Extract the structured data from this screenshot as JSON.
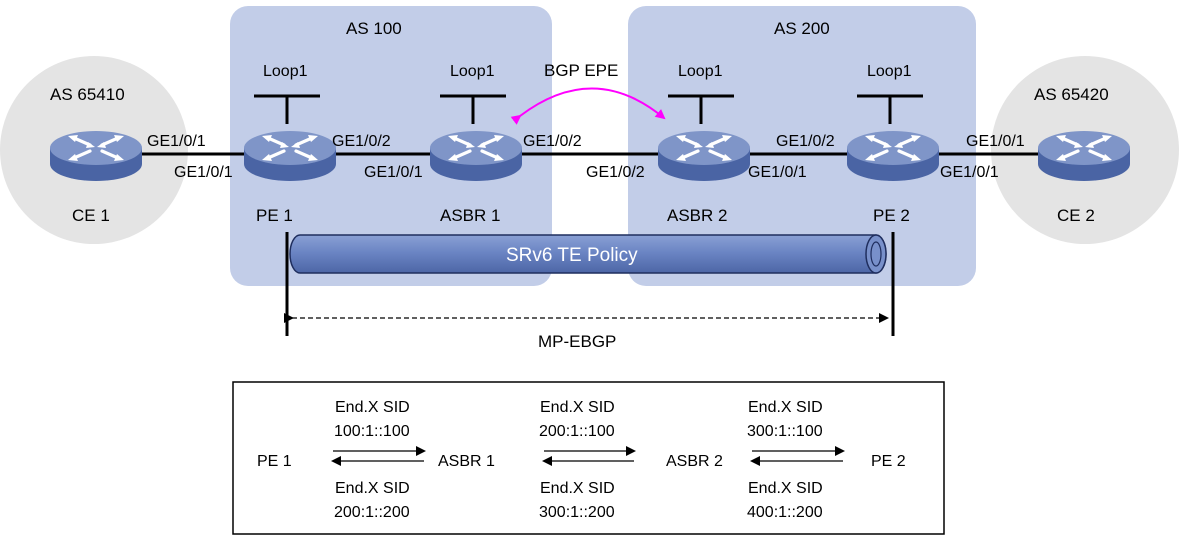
{
  "areas": {
    "as100": "AS 100",
    "as200": "AS 200",
    "as65410": "AS 65410",
    "as65420": "AS 65420"
  },
  "devices": {
    "ce1": "CE 1",
    "pe1": "PE 1",
    "asbr1": "ASBR 1",
    "asbr2": "ASBR 2",
    "pe2": "PE 2",
    "ce2": "CE 2"
  },
  "loopback": "Loop1",
  "interfaces": {
    "ce1_ge": "GE1/0/1",
    "pe1_ce": "GE1/0/1",
    "pe1_asbr": "GE1/0/2",
    "asbr1_pe": "GE1/0/1",
    "asbr1_asbr": "GE1/0/2",
    "asbr2_asbr": "GE1/0/2",
    "asbr2_pe": "GE1/0/2",
    "pe2_asbr": "GE1/0/1",
    "pe2_ce": "GE1/0/1",
    "ce2_ge": "GE1/0/1"
  },
  "bgp_epe": "BGP EPE",
  "policy": "SRv6 TE Policy",
  "mp_ebgp": "MP-EBGP",
  "sid_table": {
    "nodes": [
      "PE 1",
      "ASBR 1",
      "ASBR 2",
      "PE 2"
    ],
    "links": [
      {
        "top_label": "End.X SID",
        "top_value": "100:1::100",
        "bottom_label": "End.X SID",
        "bottom_value": "200:1::200"
      },
      {
        "top_label": "End.X SID",
        "top_value": "200:1::100",
        "bottom_label": "End.X SID",
        "bottom_value": "300:1::200"
      },
      {
        "top_label": "End.X SID",
        "top_value": "300:1::100",
        "bottom_label": "End.X SID",
        "bottom_value": "400:1::200"
      }
    ]
  },
  "colors": {
    "as_area": "#c2cde8",
    "customer_area": "#e4e4e4",
    "router_top": "#7f95c8",
    "router_side": "#4a64a4",
    "tube": "#6d87c5",
    "bgp_epe_arrow": "#ff00ff"
  }
}
